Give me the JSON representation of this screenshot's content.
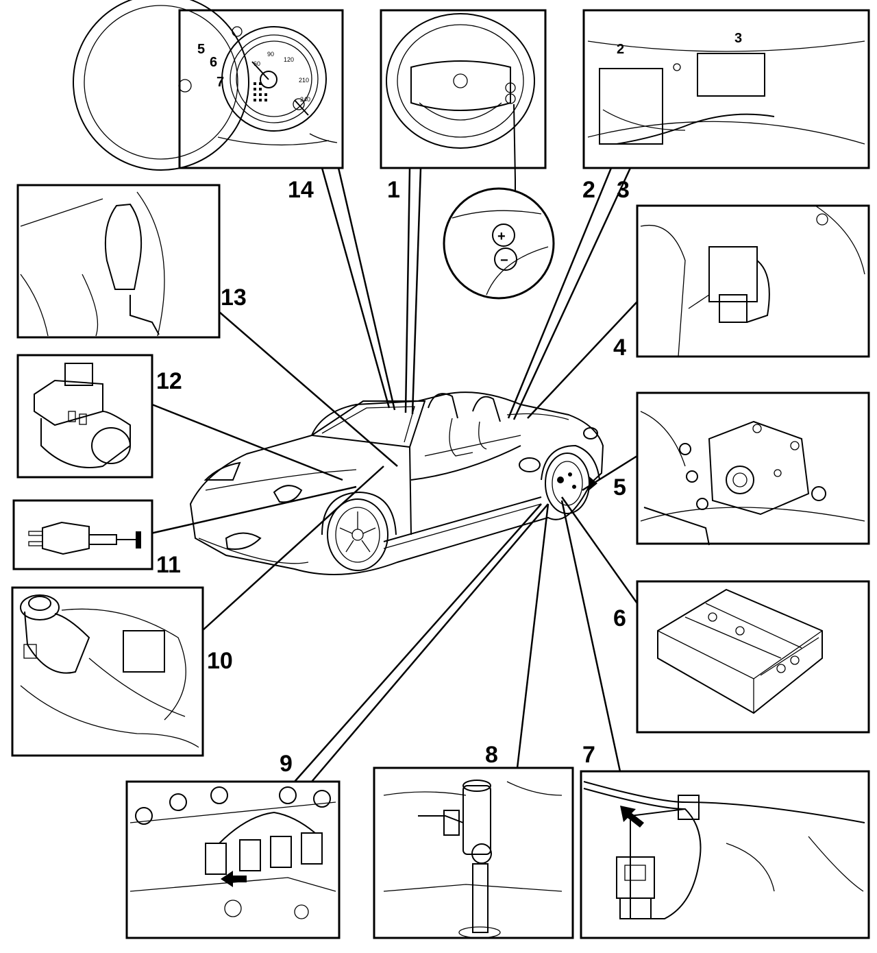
{
  "callouts": {
    "c1": "1",
    "c2": "2",
    "c3": "3",
    "c4": "4",
    "c5": "5",
    "c6": "6",
    "c7": "7",
    "c8": "8",
    "c9": "9",
    "c10": "10",
    "c11": "11",
    "c12": "12",
    "c13": "13",
    "c14": "14"
  },
  "panel_labels": {
    "module2": "2",
    "module3": "3"
  },
  "gauges": {
    "tacho": [
      "5",
      "6",
      "7"
    ],
    "speedo": [
      "60",
      "90",
      "120",
      "210",
      "240"
    ]
  },
  "steering_buttons": {
    "plus": "+",
    "minus": "−"
  }
}
